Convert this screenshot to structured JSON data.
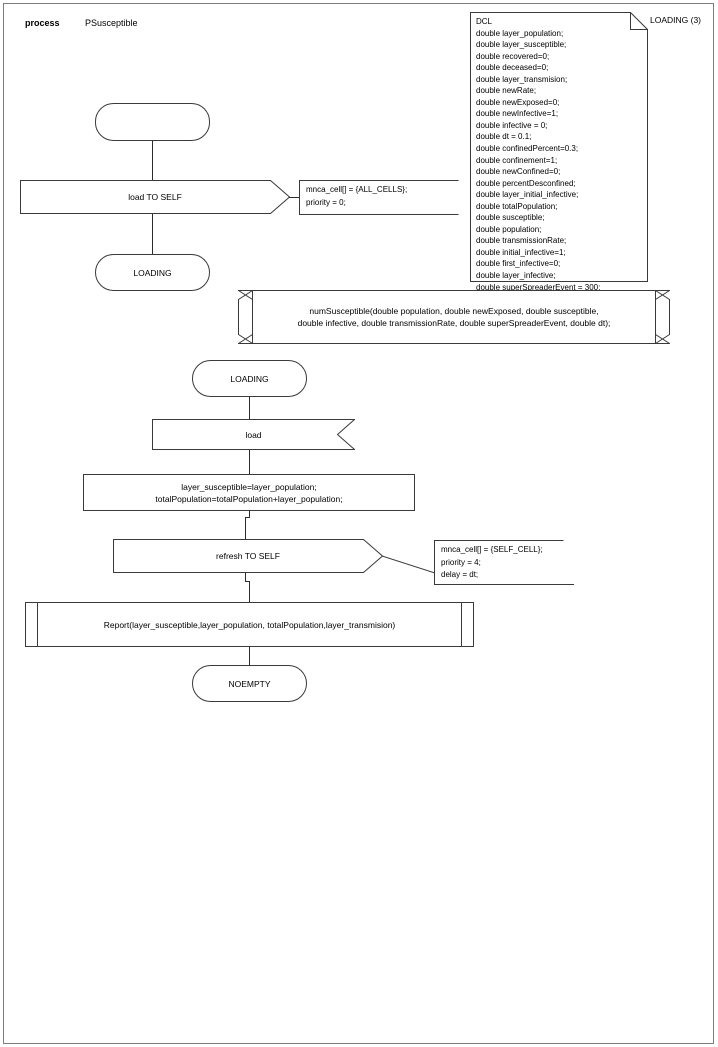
{
  "diagram": {
    "type": "sdl-process-diagram",
    "header": {
      "keyword": "process",
      "name": "PSusceptible"
    },
    "frame_color": "#7d7d7d",
    "line_color": "#2b2b2b"
  },
  "dcl": {
    "page_label": "LOADING (3)",
    "title": "DCL",
    "text": "DCL\ndouble layer_population;\ndouble layer_susceptible;\ndouble recovered=0;\ndouble deceased=0;\ndouble layer_transmision;\ndouble newRate;\ndouble newExposed=0;\ndouble newInfective=1;\ndouble infective = 0;\ndouble dt = 0.1;\ndouble confinedPercent=0.3;\ndouble confinement=1;\ndouble newConfined=0;\ndouble percentDesconfined;\ndouble layer_initial_infective;\ndouble totalPopulation;\ndouble susceptible;\ndouble population;\ndouble transmissionRate;\ndouble initial_infective=1;\ndouble first_infective=0;\ndouble layer_infective;\ndouble superSpreaderEvent = 300;",
    "declarations": [
      "double layer_population;",
      "double layer_susceptible;",
      "double recovered=0;",
      "double deceased=0;",
      "double layer_transmision;",
      "double newRate;",
      "double newExposed=0;",
      "double newInfective=1;",
      "double infective = 0;",
      "double dt = 0.1;",
      "double confinedPercent=0.3;",
      "double confinement=1;",
      "double newConfined=0;",
      "double percentDesconfined;",
      "double layer_initial_infective;",
      "double totalPopulation;",
      "double susceptible;",
      "double population;",
      "double transmissionRate;",
      "double initial_infective=1;",
      "double first_infective=0;",
      "double layer_infective;",
      "double superSpreaderEvent = 300;"
    ]
  },
  "nodes": {
    "start_state": {
      "label": "",
      "shape": "state"
    },
    "output_load_self": {
      "label": "load TO SELF",
      "shape": "output"
    },
    "state_loading_1": {
      "label": "LOADING",
      "shape": "state"
    },
    "macro_numsusceptible": {
      "label": "numSusceptible(double population, double newExposed, double susceptible,\ndouble infective, double transmissionRate, double superSpreaderEvent, double dt);",
      "shape": "macro"
    },
    "state_loading_2": {
      "label": "LOADING",
      "shape": "state"
    },
    "input_load": {
      "label": "load",
      "shape": "input"
    },
    "task_assign": {
      "label": "layer_susceptible=layer_population;\ntotalPopulation=totalPopulation+layer_population;",
      "shape": "task"
    },
    "output_refresh_self": {
      "label": "refresh TO SELF",
      "shape": "output"
    },
    "procedure_report": {
      "label": "Report(layer_susceptible,layer_population, totalPopulation,layer_transmision)",
      "shape": "procedure"
    },
    "state_noempty": {
      "label": "NOEMPTY",
      "shape": "state"
    }
  },
  "comments": {
    "load_self": {
      "text": "mnca_cell[] = {ALL_CELLS};\npriority = 0;",
      "lines": [
        "mnca_cell[] = {ALL_CELLS};",
        "priority = 0;"
      ]
    },
    "refresh_self": {
      "text": "mnca_cell[] = {SELF_CELL};\npriority = 4;\ndelay = dt;",
      "lines": [
        "mnca_cell[] = {SELF_CELL};",
        "priority = 4;",
        "delay = dt;"
      ]
    }
  }
}
